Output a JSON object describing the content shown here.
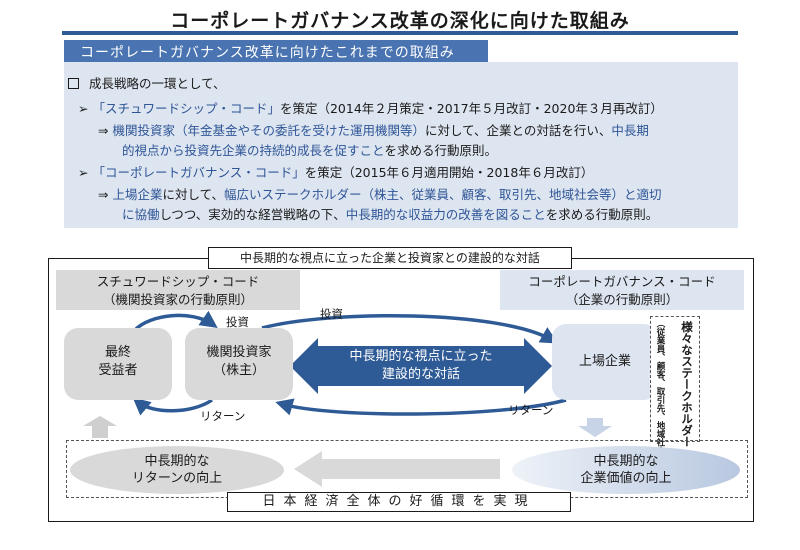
{
  "title": "コーポレートガバナンス改革の深化に向けた取組み",
  "section_label": "コーポレートガバナンス改革に向けたこれまでの取組み",
  "intro": {
    "bullet": "成長戦略の一環として、",
    "code1": {
      "name": "「スチュワードシップ・コード」",
      "rest": "を策定（2014年２月策定・2017年５月改訂・2020年３月再改訂）",
      "d_p1": "機関投資家（年金基金やその委託を受けた運用機関等）",
      "d_p2": "に対して、企業との対話を行い、",
      "d_p3": "中長期",
      "d2_p1": "的視点から投資先企業の持続的成長を促すこと",
      "d2_p2": "を求める行動原則。"
    },
    "code2": {
      "name": "「コーポレートガバナンス・コード」",
      "rest": "を策定（2015年６月適用開始・2018年６月改訂）",
      "d_p1": "上場企業",
      "d_p2": "に対して、",
      "d_p3": "幅広いステークホルダー（株主、従業員、顧客、取引先、地域社会等）と適切",
      "d2_p1": "に協働",
      "d2_p2": "しつつ、実効的な経営戦略の下、",
      "d2_p3": "中長期的な収益力の改善を図ること",
      "d2_p4": "を求める行動原則。"
    }
  },
  "diagram": {
    "header": "中長期的な視点に立った企業と投資家との建設的な対話",
    "stewardship": {
      "line1": "スチュワードシップ・コード",
      "line2": "（機関投資家の行動原則）"
    },
    "governance": {
      "line1": "コーポレートガバナンス・コード",
      "line2": "（企業の行動原則）"
    },
    "beneficiary": {
      "line1": "最終",
      "line2": "受益者"
    },
    "investor": {
      "line1": "機関投資家",
      "line2": "（株主）"
    },
    "listed": "上場企業",
    "dialogue": {
      "line1": "中長期的な視点に立った",
      "line2": "建設的な対話"
    },
    "investment_label": "投資",
    "return_label": "リターン",
    "stakeholders": {
      "title": "様々なステークホルダー",
      "items": [
        "（従業員、",
        "顧客、",
        "取引先、",
        "地域社会）"
      ]
    },
    "return_improve": {
      "line1": "中長期的な",
      "line2": "リターンの向上"
    },
    "value_improve": {
      "line1": "中長期的な",
      "line2": "企業価値の向上"
    },
    "banner": "日本経済全体の好循環を実現"
  },
  "colors": {
    "accent": "#2e5a96",
    "blue_text": "#2f5597",
    "light_blue": "#dde5f0",
    "gray": "#d9d9d9"
  }
}
